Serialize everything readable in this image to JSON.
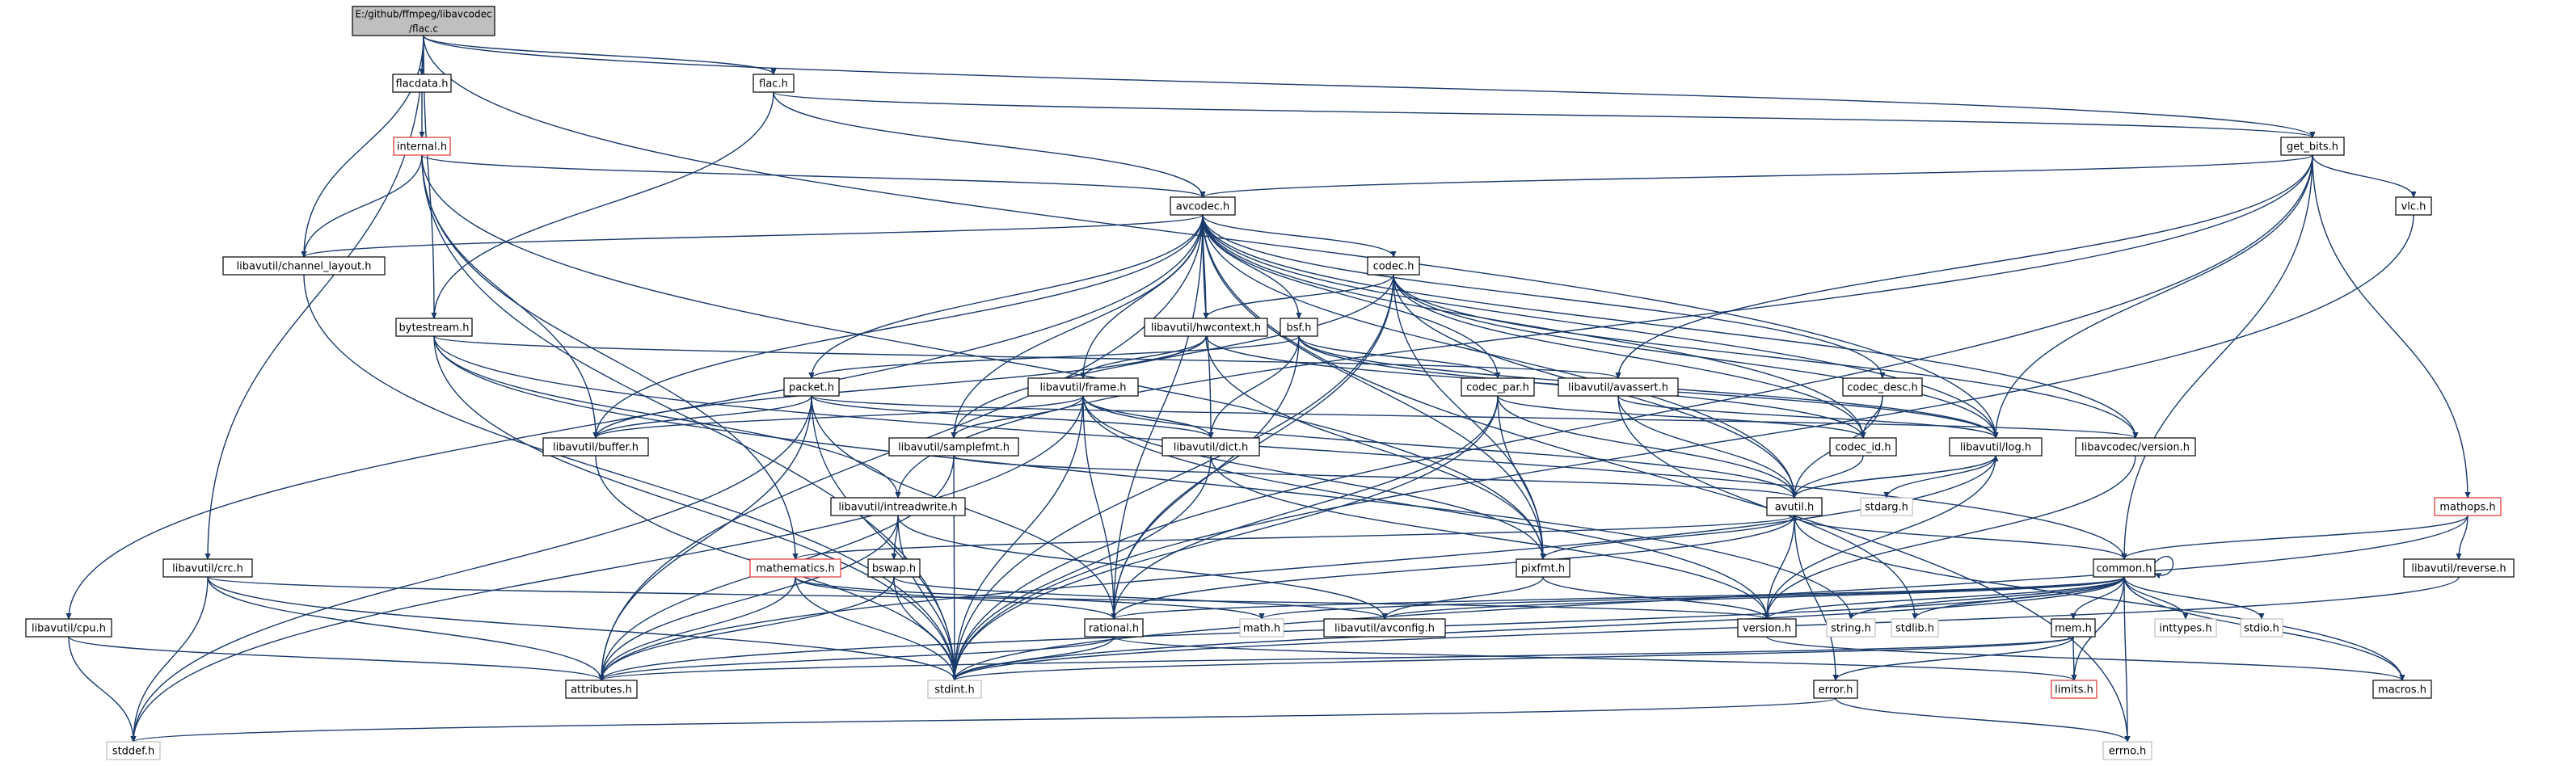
{
  "colors": {
    "edge": "#193a6b",
    "node_border": "#000000",
    "missing_border": "#e03131",
    "system_border": "#bfbfbf",
    "root_fill": "#bfbfbf",
    "node_fill": "#ffffff",
    "text": "#000000",
    "system_text": "#555555"
  },
  "nodes": [
    {
      "id": "flac_c",
      "lines": [
        "E:/github/ffmpeg/libavcodec",
        "/flac.c"
      ],
      "style": "root"
    },
    {
      "id": "flacdata_h",
      "lines": [
        "flacdata.h"
      ],
      "style": "normal"
    },
    {
      "id": "flac_h",
      "lines": [
        "flac.h"
      ],
      "style": "normal"
    },
    {
      "id": "get_bits_h",
      "lines": [
        "get_bits.h"
      ],
      "style": "normal"
    },
    {
      "id": "internal_h",
      "lines": [
        "internal.h"
      ],
      "style": "missing"
    },
    {
      "id": "avcodec_h",
      "lines": [
        "avcodec.h"
      ],
      "style": "normal"
    },
    {
      "id": "vlc_h",
      "lines": [
        "vlc.h"
      ],
      "style": "normal"
    },
    {
      "id": "channel_layout_h",
      "lines": [
        "libavutil/channel_layout.h"
      ],
      "style": "normal"
    },
    {
      "id": "codec_h",
      "lines": [
        "codec.h"
      ],
      "style": "normal"
    },
    {
      "id": "bytestream_h",
      "lines": [
        "bytestream.h"
      ],
      "style": "normal"
    },
    {
      "id": "hwcontext_h",
      "lines": [
        "libavutil/hwcontext.h"
      ],
      "style": "normal"
    },
    {
      "id": "bsf_h",
      "lines": [
        "bsf.h"
      ],
      "style": "normal"
    },
    {
      "id": "packet_h",
      "lines": [
        "packet.h"
      ],
      "style": "normal"
    },
    {
      "id": "frame_h",
      "lines": [
        "libavutil/frame.h"
      ],
      "style": "normal"
    },
    {
      "id": "codec_par_h",
      "lines": [
        "codec_par.h"
      ],
      "style": "normal"
    },
    {
      "id": "avassert_h",
      "lines": [
        "libavutil/avassert.h"
      ],
      "style": "normal"
    },
    {
      "id": "codec_desc_h",
      "lines": [
        "codec_desc.h"
      ],
      "style": "normal"
    },
    {
      "id": "buffer_h",
      "lines": [
        "libavutil/buffer.h"
      ],
      "style": "normal"
    },
    {
      "id": "samplefmt_h",
      "lines": [
        "libavutil/samplefmt.h"
      ],
      "style": "normal"
    },
    {
      "id": "dict_h",
      "lines": [
        "libavutil/dict.h"
      ],
      "style": "normal"
    },
    {
      "id": "codec_id_h",
      "lines": [
        "codec_id.h"
      ],
      "style": "normal"
    },
    {
      "id": "log_h",
      "lines": [
        "libavutil/log.h"
      ],
      "style": "normal"
    },
    {
      "id": "lavc_version_h",
      "lines": [
        "libavcodec/version.h"
      ],
      "style": "normal"
    },
    {
      "id": "avutil_h",
      "lines": [
        "avutil.h"
      ],
      "style": "normal"
    },
    {
      "id": "stdarg_h",
      "lines": [
        "stdarg.h"
      ],
      "style": "system"
    },
    {
      "id": "intreadwrite_h",
      "lines": [
        "libavutil/intreadwrite.h"
      ],
      "style": "normal"
    },
    {
      "id": "mathops_h",
      "lines": [
        "mathops.h"
      ],
      "style": "missing"
    },
    {
      "id": "crc_h",
      "lines": [
        "libavutil/crc.h"
      ],
      "style": "normal"
    },
    {
      "id": "mathematics_h",
      "lines": [
        "mathematics.h"
      ],
      "style": "missing"
    },
    {
      "id": "bswap_h",
      "lines": [
        "bswap.h"
      ],
      "style": "normal"
    },
    {
      "id": "pixfmt_h",
      "lines": [
        "pixfmt.h"
      ],
      "style": "normal"
    },
    {
      "id": "common_h",
      "lines": [
        "common.h"
      ],
      "style": "normal"
    },
    {
      "id": "reverse_h",
      "lines": [
        "libavutil/reverse.h"
      ],
      "style": "normal"
    },
    {
      "id": "cpu_h",
      "lines": [
        "libavutil/cpu.h"
      ],
      "style": "normal"
    },
    {
      "id": "rational_h",
      "lines": [
        "rational.h"
      ],
      "style": "normal"
    },
    {
      "id": "math_h",
      "lines": [
        "math.h"
      ],
      "style": "system"
    },
    {
      "id": "avconfig_h",
      "lines": [
        "libavutil/avconfig.h"
      ],
      "style": "normal"
    },
    {
      "id": "version_h",
      "lines": [
        "version.h"
      ],
      "style": "normal"
    },
    {
      "id": "string_h",
      "lines": [
        "string.h"
      ],
      "style": "system"
    },
    {
      "id": "stdlib_h",
      "lines": [
        "stdlib.h"
      ],
      "style": "system"
    },
    {
      "id": "inttypes_h",
      "lines": [
        "inttypes.h"
      ],
      "style": "system"
    },
    {
      "id": "stdio_h",
      "lines": [
        "stdio.h"
      ],
      "style": "system"
    },
    {
      "id": "mem_h",
      "lines": [
        "mem.h"
      ],
      "style": "normal"
    },
    {
      "id": "attributes_h",
      "lines": [
        "attributes.h"
      ],
      "style": "normal"
    },
    {
      "id": "stdint_h",
      "lines": [
        "stdint.h"
      ],
      "style": "system"
    },
    {
      "id": "limits_h",
      "lines": [
        "limits.h"
      ],
      "style": "missing"
    },
    {
      "id": "error_h",
      "lines": [
        "error.h"
      ],
      "style": "normal"
    },
    {
      "id": "macros_h",
      "lines": [
        "macros.h"
      ],
      "style": "normal"
    },
    {
      "id": "stddef_h",
      "lines": [
        "stddef.h"
      ],
      "style": "system"
    },
    {
      "id": "errno_h",
      "lines": [
        "errno.h"
      ],
      "style": "system"
    }
  ],
  "edges": [
    [
      "flac_c",
      "flacdata_h"
    ],
    [
      "flac_c",
      "flac_h"
    ],
    [
      "flac_c",
      "get_bits_h"
    ],
    [
      "flac_c",
      "channel_layout_h"
    ],
    [
      "flac_c",
      "bytestream_h"
    ],
    [
      "flac_c",
      "crc_h"
    ],
    [
      "flac_c",
      "log_h"
    ],
    [
      "flacdata_h",
      "internal_h"
    ],
    [
      "internal_h",
      "avcodec_h"
    ],
    [
      "internal_h",
      "channel_layout_h"
    ],
    [
      "internal_h",
      "buffer_h"
    ],
    [
      "internal_h",
      "mathematics_h"
    ],
    [
      "internal_h",
      "pixfmt_h"
    ],
    [
      "internal_h",
      "stdint_h"
    ],
    [
      "flac_h",
      "avcodec_h"
    ],
    [
      "flac_h",
      "bytestream_h"
    ],
    [
      "flac_h",
      "get_bits_h"
    ],
    [
      "get_bits_h",
      "avcodec_h"
    ],
    [
      "get_bits_h",
      "vlc_h"
    ],
    [
      "get_bits_h",
      "mathops_h"
    ],
    [
      "get_bits_h",
      "avassert_h"
    ],
    [
      "get_bits_h",
      "intreadwrite_h"
    ],
    [
      "get_bits_h",
      "log_h"
    ],
    [
      "get_bits_h",
      "common_h"
    ],
    [
      "get_bits_h",
      "stdint_h"
    ],
    [
      "vlc_h",
      "stdint_h"
    ],
    [
      "avcodec_h",
      "channel_layout_h"
    ],
    [
      "avcodec_h",
      "codec_h"
    ],
    [
      "avcodec_h",
      "hwcontext_h"
    ],
    [
      "avcodec_h",
      "bsf_h"
    ],
    [
      "avcodec_h",
      "packet_h"
    ],
    [
      "avcodec_h",
      "frame_h"
    ],
    [
      "avcodec_h",
      "codec_par_h"
    ],
    [
      "avcodec_h",
      "codec_desc_h"
    ],
    [
      "avcodec_h",
      "buffer_h"
    ],
    [
      "avcodec_h",
      "samplefmt_h"
    ],
    [
      "avcodec_h",
      "dict_h"
    ],
    [
      "avcodec_h",
      "codec_id_h"
    ],
    [
      "avcodec_h",
      "log_h"
    ],
    [
      "avcodec_h",
      "lavc_version_h"
    ],
    [
      "avcodec_h",
      "avutil_h"
    ],
    [
      "avcodec_h",
      "rational_h"
    ],
    [
      "avcodec_h",
      "pixfmt_h"
    ],
    [
      "avcodec_h",
      "attributes_h"
    ],
    [
      "avcodec_h",
      "cpu_h"
    ],
    [
      "avcodec_h",
      "errno_h"
    ],
    [
      "channel_layout_h",
      "stdint_h"
    ],
    [
      "codec_h",
      "hwcontext_h"
    ],
    [
      "codec_h",
      "samplefmt_h"
    ],
    [
      "codec_h",
      "codec_id_h"
    ],
    [
      "codec_h",
      "log_h"
    ],
    [
      "codec_h",
      "lavc_version_h"
    ],
    [
      "codec_h",
      "avutil_h"
    ],
    [
      "codec_h",
      "pixfmt_h"
    ],
    [
      "codec_h",
      "rational_h"
    ],
    [
      "codec_h",
      "stdint_h"
    ],
    [
      "bytestream_h",
      "intreadwrite_h"
    ],
    [
      "bytestream_h",
      "avassert_h"
    ],
    [
      "bytestream_h",
      "common_h"
    ],
    [
      "bytestream_h",
      "stdint_h"
    ],
    [
      "bytestream_h",
      "string_h"
    ],
    [
      "hwcontext_h",
      "buffer_h"
    ],
    [
      "hwcontext_h",
      "frame_h"
    ],
    [
      "hwcontext_h",
      "log_h"
    ],
    [
      "hwcontext_h",
      "pixfmt_h"
    ],
    [
      "bsf_h",
      "packet_h"
    ],
    [
      "bsf_h",
      "codec_par_h"
    ],
    [
      "bsf_h",
      "dict_h"
    ],
    [
      "bsf_h",
      "log_h"
    ],
    [
      "bsf_h",
      "codec_id_h"
    ],
    [
      "bsf_h",
      "rational_h"
    ],
    [
      "packet_h",
      "buffer_h"
    ],
    [
      "packet_h",
      "dict_h"
    ],
    [
      "packet_h",
      "rational_h"
    ],
    [
      "packet_h",
      "attributes_h"
    ],
    [
      "packet_h",
      "stddef_h"
    ],
    [
      "packet_h",
      "stdint_h"
    ],
    [
      "packet_h",
      "lavc_version_h"
    ],
    [
      "frame_h",
      "buffer_h"
    ],
    [
      "frame_h",
      "samplefmt_h"
    ],
    [
      "frame_h",
      "dict_h"
    ],
    [
      "frame_h",
      "avutil_h"
    ],
    [
      "frame_h",
      "pixfmt_h"
    ],
    [
      "frame_h",
      "rational_h"
    ],
    [
      "frame_h",
      "version_h"
    ],
    [
      "frame_h",
      "stddef_h"
    ],
    [
      "frame_h",
      "stdint_h"
    ],
    [
      "codec_par_h",
      "codec_id_h"
    ],
    [
      "codec_par_h",
      "avutil_h"
    ],
    [
      "codec_par_h",
      "pixfmt_h"
    ],
    [
      "codec_par_h",
      "rational_h"
    ],
    [
      "codec_par_h",
      "stdint_h"
    ],
    [
      "avassert_h",
      "avutil_h"
    ],
    [
      "avassert_h",
      "log_h"
    ],
    [
      "avassert_h",
      "stdlib_h"
    ],
    [
      "codec_desc_h",
      "codec_id_h"
    ],
    [
      "codec_desc_h",
      "avutil_h"
    ],
    [
      "buffer_h",
      "stdint_h"
    ],
    [
      "samplefmt_h",
      "avutil_h"
    ],
    [
      "samplefmt_h",
      "attributes_h"
    ],
    [
      "samplefmt_h",
      "stdint_h"
    ],
    [
      "dict_h",
      "stdint_h"
    ],
    [
      "dict_h",
      "version_h"
    ],
    [
      "codec_id_h",
      "avutil_h"
    ],
    [
      "log_h",
      "avutil_h"
    ],
    [
      "log_h",
      "attributes_h"
    ],
    [
      "log_h",
      "version_h"
    ],
    [
      "log_h",
      "stdarg_h"
    ],
    [
      "lavc_version_h",
      "version_h"
    ],
    [
      "avutil_h",
      "common_h"
    ],
    [
      "avutil_h",
      "error_h"
    ],
    [
      "avutil_h",
      "version_h"
    ],
    [
      "avutil_h",
      "mathematics_h"
    ],
    [
      "avutil_h",
      "rational_h"
    ],
    [
      "avutil_h",
      "pixfmt_h"
    ],
    [
      "avutil_h",
      "macros_h"
    ],
    [
      "avutil_h",
      "log_h"
    ],
    [
      "intreadwrite_h",
      "avconfig_h"
    ],
    [
      "intreadwrite_h",
      "attributes_h"
    ],
    [
      "intreadwrite_h",
      "bswap_h"
    ],
    [
      "intreadwrite_h",
      "stdint_h"
    ],
    [
      "mathops_h",
      "common_h"
    ],
    [
      "mathops_h",
      "reverse_h"
    ],
    [
      "mathops_h",
      "stdint_h"
    ],
    [
      "crc_h",
      "attributes_h"
    ],
    [
      "crc_h",
      "version_h"
    ],
    [
      "crc_h",
      "stddef_h"
    ],
    [
      "crc_h",
      "stdint_h"
    ],
    [
      "mathematics_h",
      "rational_h"
    ],
    [
      "mathematics_h",
      "attributes_h"
    ],
    [
      "mathematics_h",
      "math_h"
    ],
    [
      "mathematics_h",
      "stdint_h"
    ],
    [
      "mathematics_h",
      "intfloat_dummy"
    ],
    [
      "bswap_h",
      "attributes_h"
    ],
    [
      "bswap_h",
      "avconfig_h"
    ],
    [
      "bswap_h",
      "stdint_h"
    ],
    [
      "pixfmt_h",
      "version_h"
    ],
    [
      "pixfmt_h",
      "avconfig_h"
    ],
    [
      "common_h",
      "attributes_h"
    ],
    [
      "common_h",
      "macros_h"
    ],
    [
      "common_h",
      "version_h"
    ],
    [
      "common_h",
      "mem_h"
    ],
    [
      "common_h",
      "avconfig_h"
    ],
    [
      "common_h",
      "errno_h"
    ],
    [
      "common_h",
      "inttypes_h"
    ],
    [
      "common_h",
      "limits_h"
    ],
    [
      "common_h",
      "math_h"
    ],
    [
      "common_h",
      "stdint_h"
    ],
    [
      "common_h",
      "stdio_h"
    ],
    [
      "common_h",
      "stdlib_h"
    ],
    [
      "common_h",
      "string_h"
    ],
    [
      "common_h",
      "rational_h"
    ],
    [
      "common_h",
      "common_h"
    ],
    [
      "reverse_h",
      "stdint_h"
    ],
    [
      "cpu_h",
      "attributes_h"
    ],
    [
      "cpu_h",
      "stddef_h"
    ],
    [
      "rational_h",
      "attributes_h"
    ],
    [
      "rational_h",
      "stdint_h"
    ],
    [
      "rational_h",
      "limits_h"
    ],
    [
      "mem_h",
      "attributes_h"
    ],
    [
      "mem_h",
      "error_h"
    ],
    [
      "mem_h",
      "limits_h"
    ],
    [
      "mem_h",
      "stdint_h"
    ],
    [
      "error_h",
      "errno_h"
    ],
    [
      "error_h",
      "stddef_h"
    ],
    [
      "version_h",
      "macros_h"
    ]
  ]
}
